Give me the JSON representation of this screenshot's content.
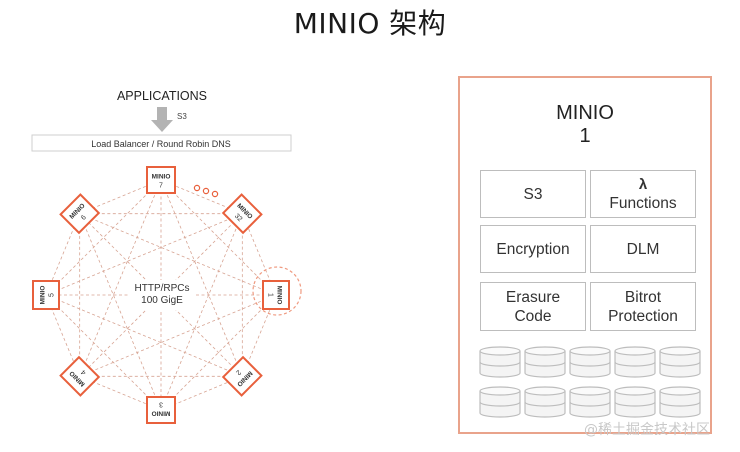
{
  "page": {
    "title": "MINIO 架构"
  },
  "left_diagram": {
    "applications_label": "APPLICATIONS",
    "arrow_label": "S3",
    "balancer_label": "Load Balancer / Round Robin DNS",
    "center_label_line1": "HTTP/RPCs",
    "center_label_line2": "100 GigE",
    "nodes": [
      {
        "name": "MINIO",
        "number": "7"
      },
      {
        "name": "MINIO",
        "number": "32"
      },
      {
        "name": "MINIO",
        "number": "1"
      },
      {
        "name": "MINIO",
        "number": "2"
      },
      {
        "name": "MINIO",
        "number": "3"
      },
      {
        "name": "MINIO",
        "number": "4"
      },
      {
        "name": "MINIO",
        "number": "5"
      },
      {
        "name": "MINIO",
        "number": "6"
      }
    ],
    "accent_color": "#e8603c"
  },
  "right_panel": {
    "title": "MINIO",
    "number": "1",
    "modules": {
      "s3": "S3",
      "lambda": "λ",
      "functions": "Functions",
      "encryption": "Encryption",
      "dlm": "DLM",
      "erasure_line1": "Erasure",
      "erasure_line2": "Code",
      "bitrot_line1": "Bitrot",
      "bitrot_line2": "Protection"
    },
    "border_color": "#e9a38b"
  },
  "watermark": "@稀土掘金技术社区"
}
